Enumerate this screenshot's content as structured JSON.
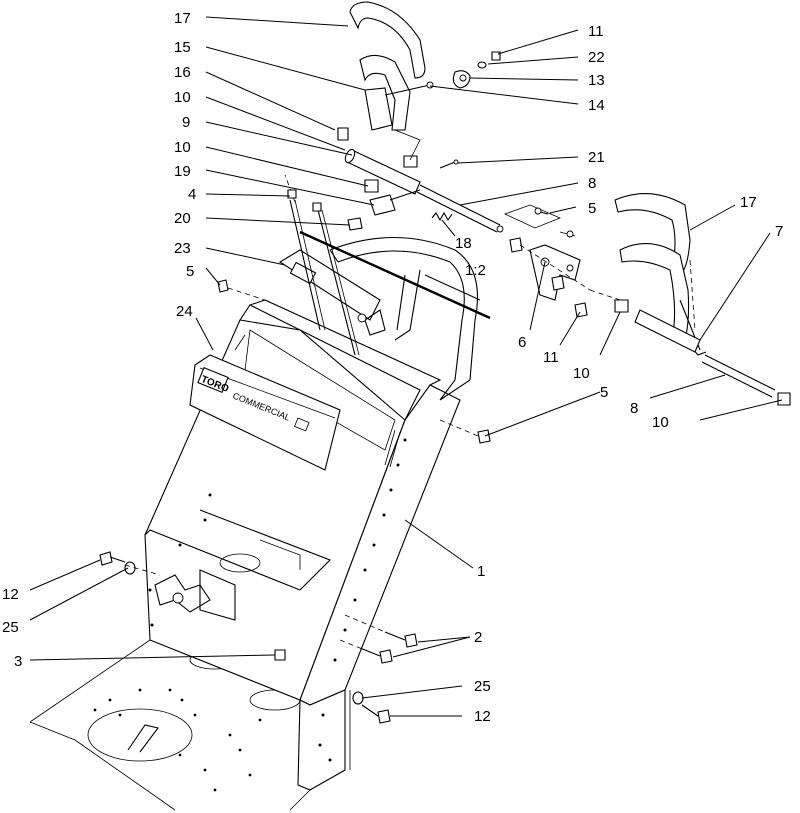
{
  "panel": {
    "brand": "TORO",
    "model": "COMMERCIAL"
  },
  "callouts": [
    {
      "id": "c17a",
      "label": "17"
    },
    {
      "id": "c15",
      "label": "15"
    },
    {
      "id": "c16",
      "label": "16"
    },
    {
      "id": "c10a",
      "label": "10"
    },
    {
      "id": "c9",
      "label": "9"
    },
    {
      "id": "c10b",
      "label": "10"
    },
    {
      "id": "c19",
      "label": "19"
    },
    {
      "id": "c4",
      "label": "4"
    },
    {
      "id": "c20",
      "label": "20"
    },
    {
      "id": "c23",
      "label": "23"
    },
    {
      "id": "c5a",
      "label": "5"
    },
    {
      "id": "c24",
      "label": "24"
    },
    {
      "id": "c11a",
      "label": "11"
    },
    {
      "id": "c22",
      "label": "22"
    },
    {
      "id": "c13",
      "label": "13"
    },
    {
      "id": "c14",
      "label": "14"
    },
    {
      "id": "c21",
      "label": "21"
    },
    {
      "id": "c8a",
      "label": "8"
    },
    {
      "id": "c5b",
      "label": "5"
    },
    {
      "id": "c18",
      "label": "18"
    },
    {
      "id": "c12",
      "label": "1:2"
    },
    {
      "id": "c17b",
      "label": "17"
    },
    {
      "id": "c7",
      "label": "7"
    },
    {
      "id": "c6",
      "label": "6"
    },
    {
      "id": "c11b",
      "label": "11"
    },
    {
      "id": "c10c",
      "label": "10"
    },
    {
      "id": "c5c",
      "label": "5"
    },
    {
      "id": "c8b",
      "label": "8"
    },
    {
      "id": "c10d",
      "label": "10"
    },
    {
      "id": "c1",
      "label": "1"
    },
    {
      "id": "c12a",
      "label": "12"
    },
    {
      "id": "c25a",
      "label": "25"
    },
    {
      "id": "c3",
      "label": "3"
    },
    {
      "id": "c2",
      "label": "2"
    },
    {
      "id": "c25b",
      "label": "25"
    },
    {
      "id": "c12b",
      "label": "12"
    }
  ]
}
